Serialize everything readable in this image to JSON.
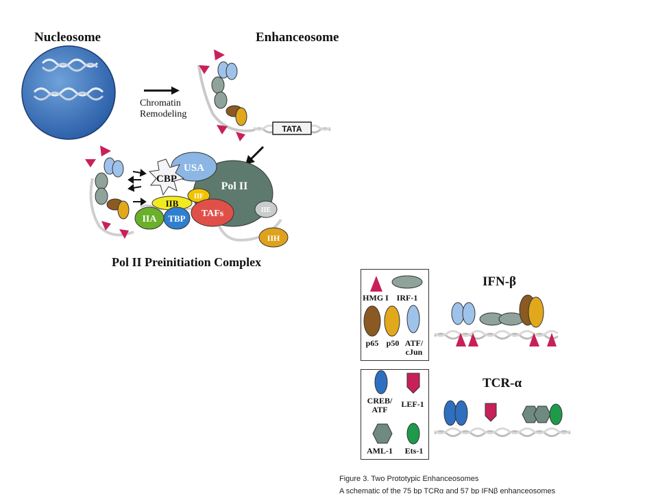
{
  "titles": {
    "nucleosome": "Nucleosome",
    "enhanceosome": "Enhanceosome",
    "preinitiation": "Pol II Preinitiation Complex",
    "ifnb": "IFN-β",
    "tcra": "TCR-α"
  },
  "arrow_caption": {
    "line1": "Chromatin",
    "line2": "Remodeling"
  },
  "complex_labels": {
    "tata": "TATA",
    "usa": "USA",
    "cbp": "CBP",
    "pol2": "Pol II",
    "iif": "IIF",
    "iib": "IIB",
    "iia": "IIA",
    "tbp": "TBP",
    "tafs": "TAFs",
    "iie": "IIE",
    "iih": "IIH"
  },
  "legend_ifn": {
    "hmg": "HMG I",
    "irf": "IRF-1",
    "p65": "p65",
    "p50": "p50",
    "atf_line1": "ATF/",
    "atf_line2": "cJun"
  },
  "legend_tcr": {
    "creb_line1": "CREB/",
    "creb_line2": "ATF",
    "lef": "LEF-1",
    "aml": "AML-1",
    "ets": "Ets-1"
  },
  "caption": {
    "line1": "Figure 3.  Two Prototypic Enhanceosomes",
    "line2": "A schematic of the 75 bp TCRα and 57 bp IFNβ enhanceosomes"
  },
  "colors": {
    "hmg": "#c8205a",
    "irf": "#8fa39a",
    "p65": "#8a5a22",
    "p50": "#e2a81c",
    "atf": "#9ec2ea",
    "creb": "#2f6fc0",
    "lef": "#c8205a",
    "aml": "#6f8a80",
    "ets": "#1e9a4a",
    "nucleosome": "#2e69b2",
    "pol2": "#5e7a6e",
    "usa": "#8cb6e4",
    "iif": "#f0c400",
    "iib": "#f2ea20",
    "iia": "#6ab02a",
    "tbp": "#2f7fd0",
    "tafs": "#e05048",
    "iie": "#c8cccc",
    "iih": "#dfa21c"
  }
}
